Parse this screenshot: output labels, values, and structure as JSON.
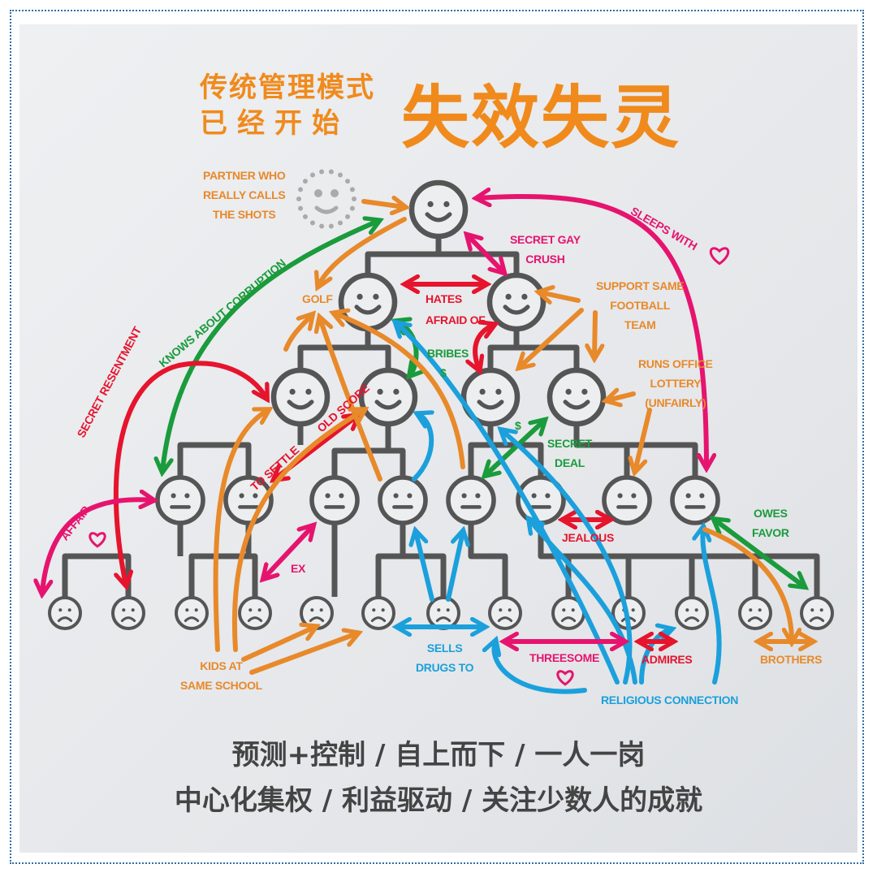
{
  "title": {
    "line1": "传统管理模式",
    "line2": "已经开始",
    "emphasis": "失效失灵"
  },
  "labels": {
    "partner": [
      "PARTNER WHO",
      "REALLY CALLS",
      "THE SHOTS"
    ],
    "knows_corruption": "KNOWS ABOUT CORRUPTION",
    "secret_resentment": "SECRET RESENTMENT",
    "golf": "GOLF",
    "hates": "HATES",
    "afraid_of": "AFRAID OF",
    "bribes": "BRIBES",
    "dollar": "$",
    "secret_gay_crush": [
      "SECRET GAY",
      "CRUSH"
    ],
    "sleeps_with": "SLEEPS WITH",
    "support_same_football": [
      "SUPPORT SAME",
      "FOOTBALL",
      "TEAM"
    ],
    "runs_office_lottery": [
      "RUNS OFFICE",
      "LOTTERY",
      "(UNFAIRLY)"
    ],
    "secret_deal": [
      "SECRET",
      "DEAL"
    ],
    "old_score": [
      "OLD SCORE",
      "TO SETTLE"
    ],
    "affair": "AFFAIR",
    "ex": "EX",
    "jealous": "JEALOUS",
    "owes_favor": [
      "OWES",
      "FAVOR"
    ],
    "kids_same_school": [
      "KIDS AT",
      "SAME SCHOOL"
    ],
    "sells_drugs": [
      "SELLS",
      "DRUGS TO"
    ],
    "threesome": "THREESOME",
    "admires": "ADMIRES",
    "brothers": "BROTHERS",
    "religious_connection": "RELIGIOUS CONNECTION"
  },
  "footer": {
    "line1": "预测+控制 / 自上而下 / 一人一岗",
    "line2": "中心化集权 / 利益驱动 / 关注少数人的成就"
  },
  "colors": {
    "title": "#f08a1c",
    "orange": "#e8892a",
    "red": "#e6142d",
    "green": "#1a9b3c",
    "pink": "#e6146e",
    "blue": "#1ba0dc",
    "gray": "#555555"
  }
}
